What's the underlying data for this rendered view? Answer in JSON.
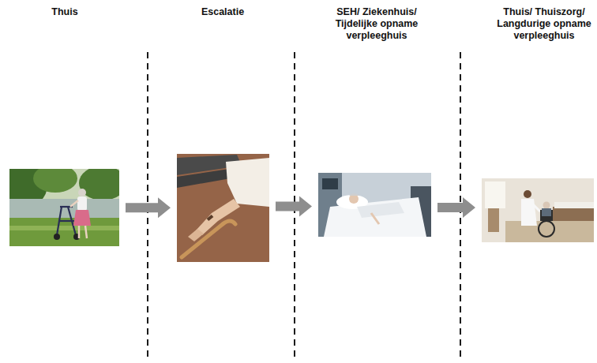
{
  "diagram": {
    "nodes": [
      {
        "text": [
          "Thuis"
        ]
      },
      {
        "text": [
          "Escalatie"
        ]
      },
      {
        "text": [
          "SEH/ Ziekenhuis/ Tijdelijke opname verpleeghuis"
        ]
      },
      {
        "text": [
          "Thuis/ Thuiszorg/ Langdurige opname verpleeghuis"
        ]
      }
    ],
    "edges": [
      {
        "from": 0,
        "to": 1,
        "arrow": "to"
      },
      {
        "from": 1,
        "to": 2,
        "arrow": "to"
      },
      {
        "from": 2,
        "to": 3,
        "arrow": "to"
      }
    ]
  }
}
